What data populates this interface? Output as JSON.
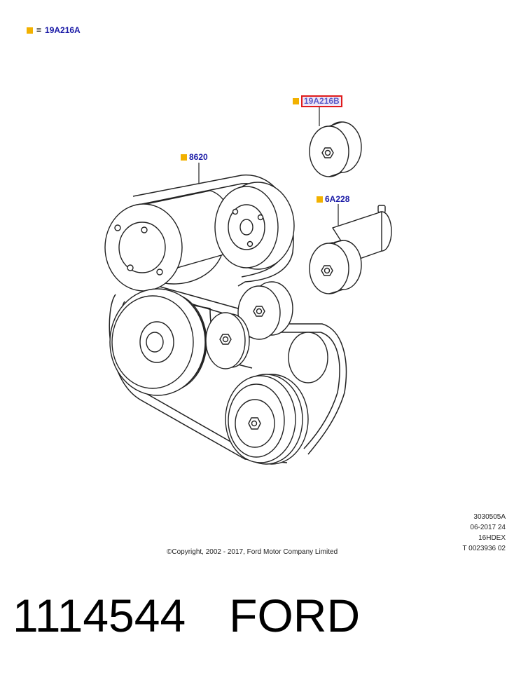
{
  "legend": {
    "equals": "=",
    "code": "19A216A"
  },
  "callouts": {
    "tensioner": "19A216B",
    "belt": "8620",
    "idler": "6A228"
  },
  "reference": [
    "3030505A",
    "06-2017 24",
    "16HDEX",
    "T 0023936 02"
  ],
  "copyright": "©Copyright, 2002 - 2017, Ford Motor Company Limited",
  "footer": {
    "part_number": "1114544",
    "brand": "FORD"
  },
  "colors": {
    "marker": "#f2b100",
    "code_text": "#1a1aa6",
    "highlight_border": "#e01b1b"
  }
}
